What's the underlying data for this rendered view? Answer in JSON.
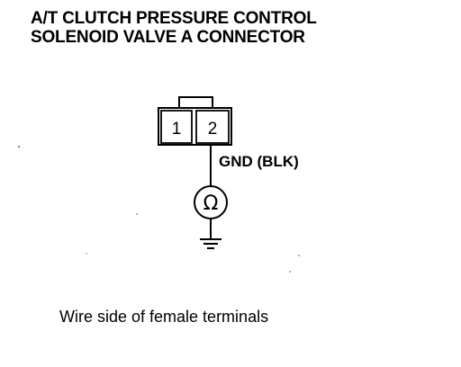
{
  "title": {
    "line1": "A/T CLUTCH PRESSURE CONTROL",
    "line2": "SOLENOID VALVE A CONNECTOR"
  },
  "connector": {
    "terminals": [
      "1",
      "2"
    ]
  },
  "wire_label": "GND (BLK)",
  "meter_symbol": "Ω",
  "caption": "Wire side of female terminals"
}
